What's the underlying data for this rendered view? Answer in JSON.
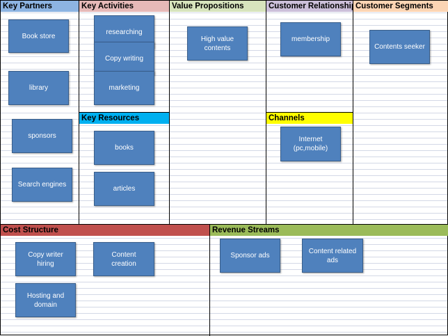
{
  "sections": {
    "key_partners": {
      "title": "Key Partners",
      "color": "#8db4e2"
    },
    "key_activities": {
      "title": "Key Activities",
      "color": "#e6b9b8"
    },
    "value_propositions": {
      "title": "Value Propositions",
      "color": "#d7e4bd"
    },
    "customer_relationship": {
      "title": "Customer Relationship",
      "color": "#ccc0da"
    },
    "customer_segments": {
      "title": "Customer Segments",
      "color": "#fcd5b4"
    },
    "key_resources": {
      "title": "Key Resources",
      "color": "#00b0f0"
    },
    "channels": {
      "title": "Channels",
      "color": "#ffff00"
    },
    "cost_structure": {
      "title": "Cost Structure",
      "color": "#c0504d"
    },
    "revenue_streams": {
      "title": "Revenue Streams",
      "color": "#9bbb59"
    }
  },
  "notes": {
    "book_store": "Book store",
    "library": "library",
    "sponsors": "sponsors",
    "search_engines": "Search engines",
    "researching": "researching",
    "copy_writing": "Copy writing",
    "marketing": "marketing",
    "books": "books",
    "articles": "articles",
    "high_value_contents": "High value\ncontents",
    "membership": "membership",
    "internet": "Internet\n(pc,mobile)",
    "contents_seeker": "Contents seeker",
    "copy_writer_hiring": "Copy writer\nhiring",
    "content_creation": "Content\ncreation",
    "hosting_and_domain": "Hosting and\ndomain",
    "sponsor_ads": "Sponsor ads",
    "content_related_ads": "Content related\nads"
  },
  "note_color": "#4f81bd"
}
